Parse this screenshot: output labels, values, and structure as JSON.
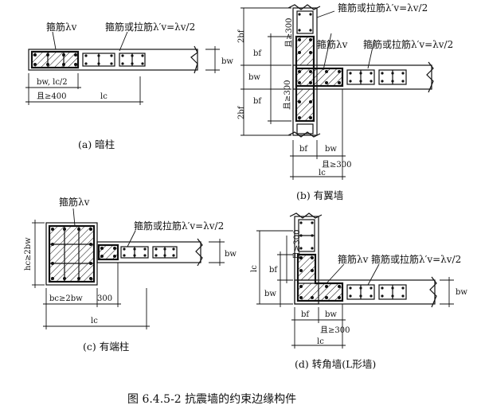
{
  "labels": {
    "hoop": "箍筋λv",
    "hoop_or_tie": "箍筋或拉筋λ′v=λv/2",
    "hoop_or_tie_b": "箍筋或拉筋λ′v=λv/2",
    "hoop_or_tie_c": "箍筋或拉筋λ′v=λv/2",
    "hoop_or_tie_d": "箍筋或拉筋λ′v=λv/2",
    "hoop_b": "箍筋λv",
    "hoop_c": "箍筋λv",
    "hoop_d": "箍筋λv"
  },
  "dims": {
    "a_bw": "bw",
    "a_bw_lc": "bw, lc/2",
    "a_ge400": "且≥400",
    "a_lc": "lc",
    "b_2bf_top": "2bf",
    "b_bf_top": "bf",
    "b_ge300_top": "且≥300",
    "b_bw_left": "bw",
    "b_2bf_bot": "2bf",
    "b_bf_bot": "bf",
    "b_ge300_bot": "且≥300",
    "b_bf_under": "bf",
    "b_bw_under": "bw",
    "b_ge300_under": "且≥300",
    "b_lc": "lc",
    "c_hc": "hc≥2bw",
    "c_bw_right": "bw",
    "c_bc": "bc≥2bw",
    "c_300": "300",
    "c_lc": "lc",
    "d_lc": "lc",
    "d_bf": "bf",
    "d_ge300": "且≥300",
    "d_bw_left": "bw",
    "d_bw_right": "bw",
    "d_bf_under": "bf",
    "d_bw_under": "bw",
    "d_ge300_under": "且≥300",
    "d_lc_under": "lc"
  },
  "captions": {
    "a": "(a) 暗柱",
    "b": "(b) 有翼墙",
    "c": "(c) 有端柱",
    "d": "(d) 转角墙(L形墙)"
  },
  "figure_title": "图 6.4.5-2   抗震墙的约束边缘构件"
}
